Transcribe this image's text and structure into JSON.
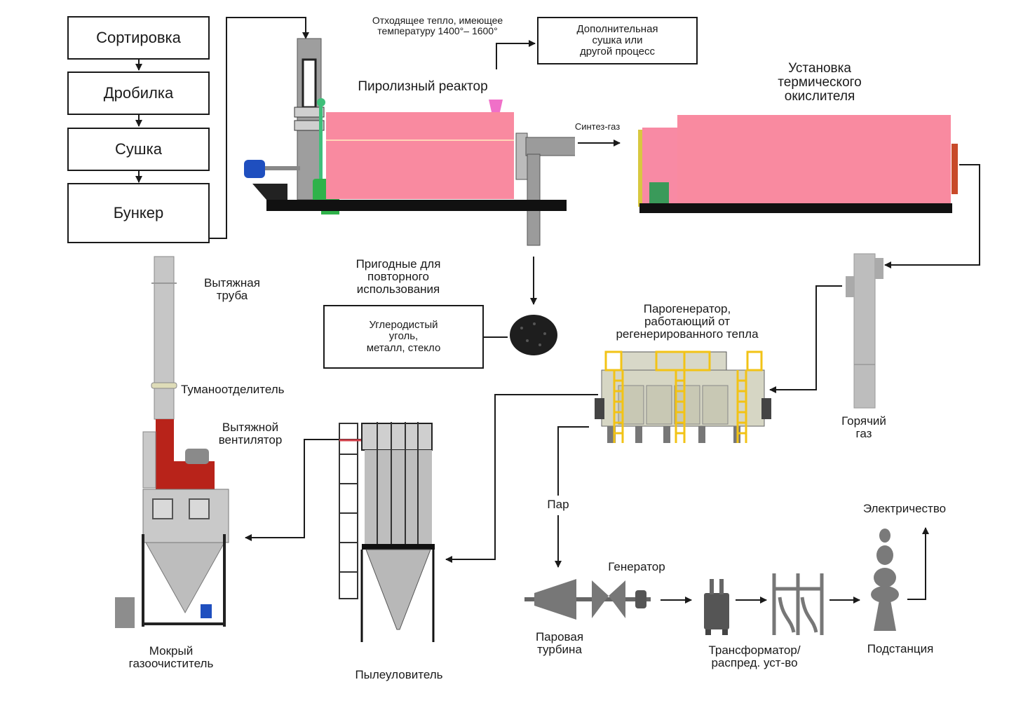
{
  "prep_steps": [
    {
      "label": "Сортировка"
    },
    {
      "label": "Дробилка"
    },
    {
      "label": "Сушка"
    },
    {
      "label": "Бункер"
    }
  ],
  "waste_heat": {
    "note": "Отходящее тепло, имеющее\nтемпературу 1400°– 1600°",
    "target_box": "Дополнительная\nсушка или\nдругой процесс"
  },
  "pyrolysis_reactor": {
    "label": "Пиролизный реактор"
  },
  "syngas": {
    "label": "Синтез-газ"
  },
  "thermal_oxidizer": {
    "label": "Установка\nтермического\nокислителя"
  },
  "reusable": {
    "heading": "Пригодные для\nповторного\nиспользования",
    "box": "Углеродистый\nуголь,\nметалл, стекло"
  },
  "steam_generator": {
    "label": "Парогенератор,\nработающий от\nрегенерированного тепла"
  },
  "hot_gas": {
    "label": "Горячий\nгаз"
  },
  "exhaust_stack": {
    "label": "Вытяжная\nтруба"
  },
  "mist_eliminator": {
    "label": "Туманоотделитель"
  },
  "exhaust_fan": {
    "label": "Вытяжной\nвентилятор"
  },
  "wet_scrubber": {
    "label": "Мокрый\nгазоочиститель"
  },
  "dust_collector": {
    "label": "Пылеуловитель"
  },
  "steam": {
    "label": "Пар"
  },
  "generator": {
    "label": "Генератор"
  },
  "steam_turbine": {
    "label": "Паровая\nтурбина"
  },
  "transformer": {
    "label": "Трансформатор/\nраспред. уст-во"
  },
  "substation": {
    "label": "Подстанция"
  },
  "electricity": {
    "label": "Электричество"
  },
  "colors": {
    "reactor_pink": "#f98aa0",
    "scrubber_red": "#b8231a",
    "ladder_yellow": "#f2c316",
    "equipment_gray": "#b9b9b9",
    "accent_green": "#2fb24a",
    "motor_blue": "#1f4fbf",
    "line": "#1a1a1a"
  }
}
